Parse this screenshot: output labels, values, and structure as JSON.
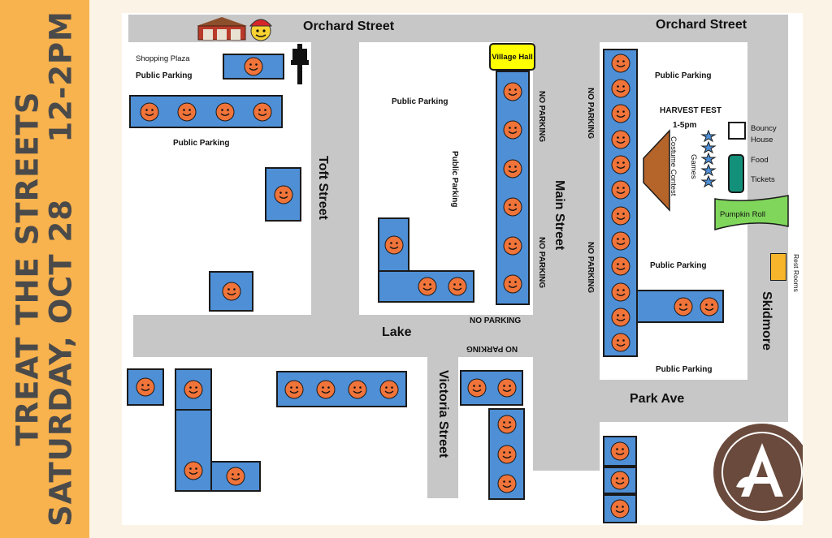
{
  "banner": {
    "line1": "TREAT THE STREETS",
    "line2": "SATURDAY, OCT 28     12-2PM"
  },
  "streets": {
    "orchard_left": "Orchard Street",
    "orchard_right": "Orchard Street",
    "toft": "Toft Street",
    "main": "Main Street",
    "lake": "Lake",
    "victoria": "Victoria Street",
    "park_ave": "Park Ave",
    "skidmore": "Skidmore"
  },
  "labels": {
    "shopping_plaza": "Shopping Plaza",
    "parking_1": "Public Parking",
    "parking_2": "Public Parking",
    "parking_3": "Public Parking",
    "parking_4_vertical": "Public Parking",
    "parking_5": "Public Parking",
    "parking_6": "Public Parking",
    "parking_7": "Public Parking",
    "village_hall": "Village Hall",
    "no_parking_main_east": "NO PARKING",
    "no_parking_main_east_2": "NO PARKING",
    "no_parking_west_of_fest": "NO PARKING",
    "no_parking_west_of_fest_2": "NO PARKING",
    "no_parking_lake": "NO PARKING",
    "no_parking_lake_inverted": "NO PARKING",
    "harvest_fest": "HARVEST FEST",
    "harvest_time": "1-5pm",
    "costume_contest": "Costume Contest",
    "games": "Games",
    "bouncy_house": "Bouncy\nHouse",
    "food": "Food",
    "tickets": "Tickets",
    "pumpkin_roll": "Pumpkin Roll",
    "rest_rooms": "Rest Rooms"
  },
  "colors": {
    "sidebar": "#f8b24e",
    "block_blue": "#4e8fd6",
    "smiley_orange": "#f0743a",
    "road_gray": "#c7c7c7",
    "village_hall_yellow": "#ffff00",
    "costume_brown": "#b5642a",
    "tickets_teal": "#13907a",
    "pumpkin_green": "#7fd65b",
    "restroom_orange": "#f7b52b",
    "logo_brown": "#6a4a3c"
  },
  "icons": {
    "smiley": "smiley-face-icon",
    "firehouse": "firehouse-icon",
    "firefighter": "firefighter-icon",
    "traffic_light": "traffic-light-icon",
    "games_stars": "star-icon",
    "logo": "acorn-a-logo"
  }
}
